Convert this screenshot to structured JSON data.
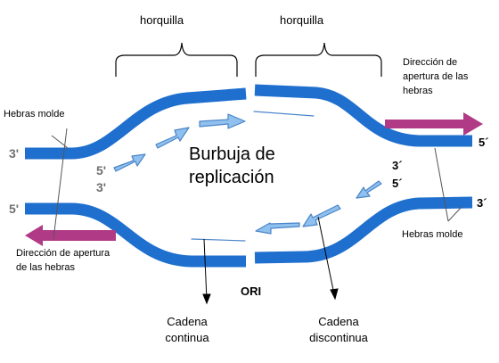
{
  "labels": {
    "fork_left": "horquilla",
    "fork_right": "horquilla",
    "direction_right": "Dirección de apertura de las hebras",
    "direction_left": "Dirección de apertura de las hebras",
    "template_left": "Hebras molde",
    "template_right": "Hebras molde",
    "bubble_title": "Burbuja de replicación",
    "ori": "ORI",
    "leading": "Cadena continua",
    "lagging": "Cadena discontinua"
  },
  "ends": {
    "left_top_3": "3'",
    "left_bottom_5": "5'",
    "inner_5": "5'",
    "inner_3": "3'",
    "right_top_5": "5´",
    "right_bottom_3": "3´",
    "mid_3": "3´",
    "mid_5": "5´"
  },
  "colors": {
    "strand": "#1f6fce",
    "new_strand": "#8fc0ee",
    "new_strand_edge": "#4a85c8",
    "direction_arrow": "#b03a86"
  }
}
